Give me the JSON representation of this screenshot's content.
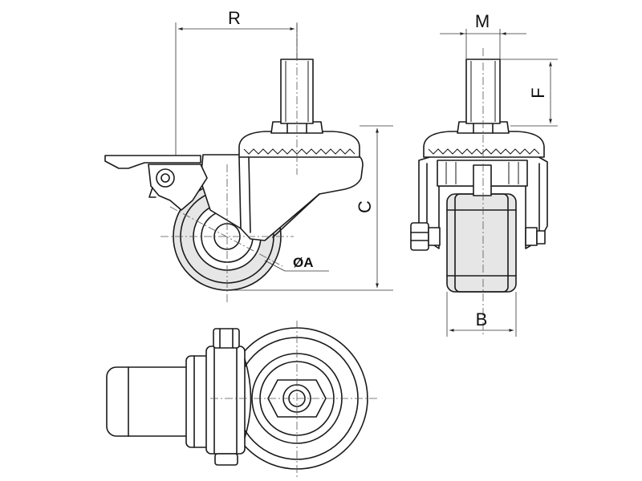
{
  "labels": {
    "r": "R",
    "m": "M",
    "f": "F",
    "c": "C",
    "a": "ØA",
    "b": "B"
  }
}
